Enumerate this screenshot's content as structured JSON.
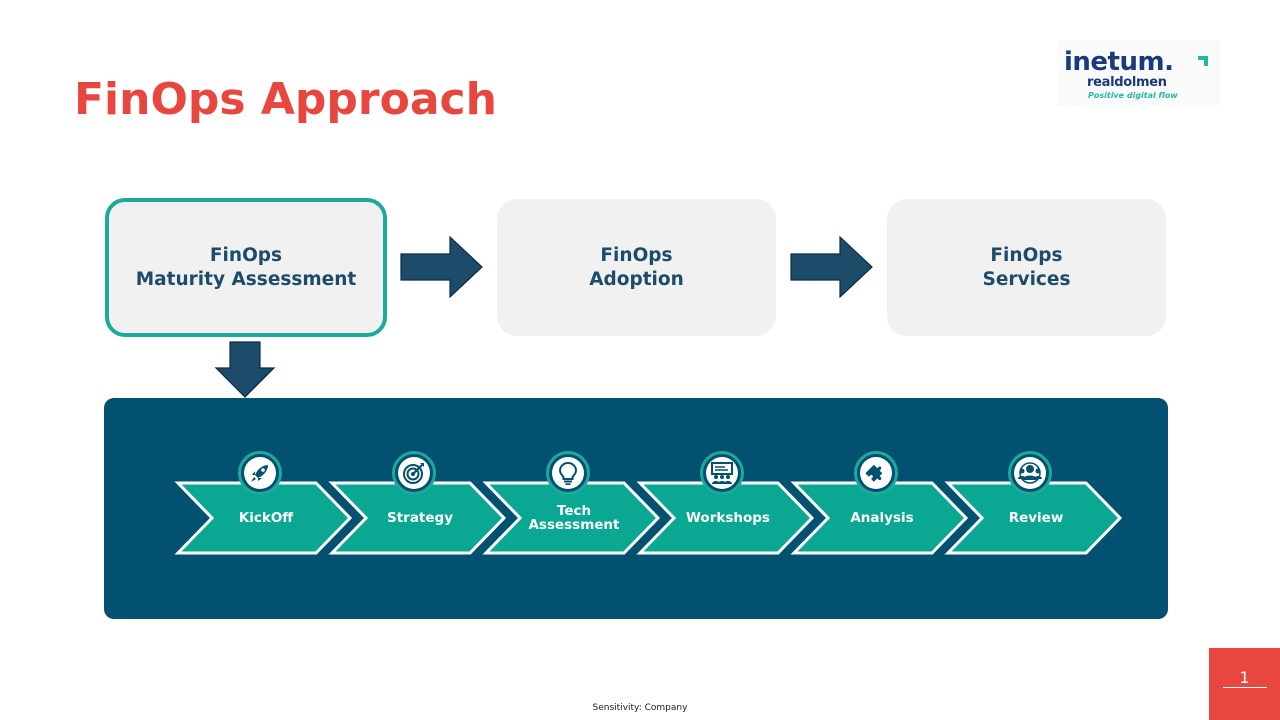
{
  "title": "FinOps Approach",
  "logo": {
    "name": "inetum.",
    "sub": "realdolmen",
    "tagline": "Positive digital flow"
  },
  "stages": [
    {
      "line1": "FinOps",
      "line2": "Maturity Assessment",
      "active": true
    },
    {
      "line1": "FinOps",
      "line2": "Adoption",
      "active": false
    },
    {
      "line1": "FinOps",
      "line2": "Services",
      "active": false
    }
  ],
  "steps": [
    {
      "label": "KickOff",
      "icon": "rocket-icon"
    },
    {
      "label": "Strategy",
      "icon": "target-icon"
    },
    {
      "label_lines": [
        "Tech",
        "Assessment"
      ],
      "icon": "lightbulb-icon"
    },
    {
      "label": "Workshops",
      "icon": "presentation-icon"
    },
    {
      "label": "Analysis",
      "icon": "puzzle-icon"
    },
    {
      "label": "Review",
      "icon": "people-review-icon"
    }
  ],
  "footer": "Sensitivity: Company",
  "page_number": "1",
  "colors": {
    "title": "#e8473f",
    "accent": "#1fa99a",
    "navy": "#035170",
    "stage_bg": "#f1f1f1",
    "arrow": "#1c4c69"
  }
}
